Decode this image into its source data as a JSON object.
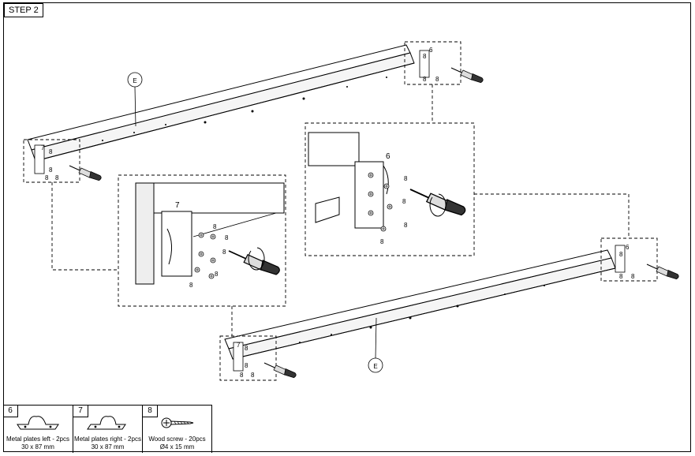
{
  "step": {
    "label": "STEP 2"
  },
  "labels": {
    "rail_label": "E",
    "n6": "6",
    "n7": "7",
    "n8": "8"
  },
  "parts": [
    {
      "number": "6",
      "name": "Metal plates left - 2pcs",
      "size": "30 x 87 mm",
      "icon": "metal-plate-left-icon"
    },
    {
      "number": "7",
      "name": "Metal plates right - 2pcs",
      "size": "30 x 87 mm",
      "icon": "metal-plate-right-icon"
    },
    {
      "number": "8",
      "name": "Wood screw - 20pcs",
      "size": "Ø4 x 15 mm",
      "icon": "wood-screw-icon"
    }
  ]
}
